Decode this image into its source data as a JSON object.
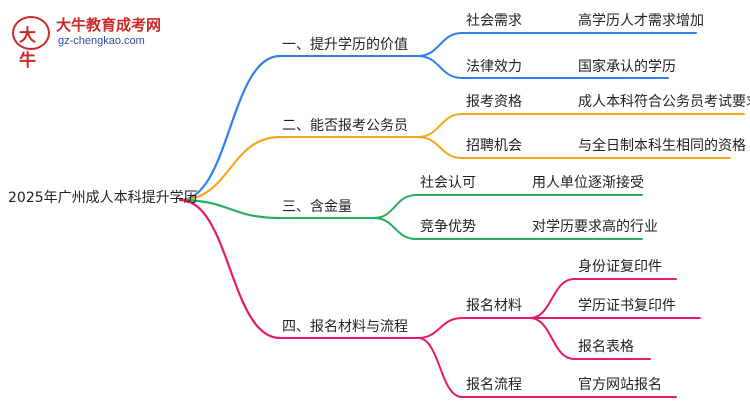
{
  "logo": {
    "title": "大牛教育成考网",
    "url": "gz-chengkao.com",
    "icon": "bull-logo-icon",
    "mark_text": "大牛"
  },
  "root": "2025年广州成人本科提升学历",
  "branches": [
    {
      "label": "一、提升学历的价值",
      "color": "#2f80ed",
      "children": [
        {
          "label": "社会需求",
          "leaf": "高学历人才需求增加"
        },
        {
          "label": "法律效力",
          "leaf": "国家承认的学历"
        }
      ]
    },
    {
      "label": "二、能否报考公务员",
      "color": "#f2a81d",
      "children": [
        {
          "label": "报考资格",
          "leaf": "成人本科符合公务员考试要求"
        },
        {
          "label": "招聘机会",
          "leaf": "与全日制本科生相同的资格"
        }
      ]
    },
    {
      "label": "三、含金量",
      "color": "#27ae60",
      "children": [
        {
          "label": "社会认可",
          "leaf": "用人单位逐渐接受"
        },
        {
          "label": "竞争优势",
          "leaf": "对学历要求高的行业"
        }
      ]
    },
    {
      "label": "四、报名材料与流程",
      "color": "#e6196b",
      "children": [
        {
          "label": "报名材料",
          "leaves": [
            "身份证复印件",
            "学历证书复印件",
            "报名表格"
          ]
        },
        {
          "label": "报名流程",
          "leaves": [
            "官方网站报名"
          ]
        }
      ]
    }
  ]
}
